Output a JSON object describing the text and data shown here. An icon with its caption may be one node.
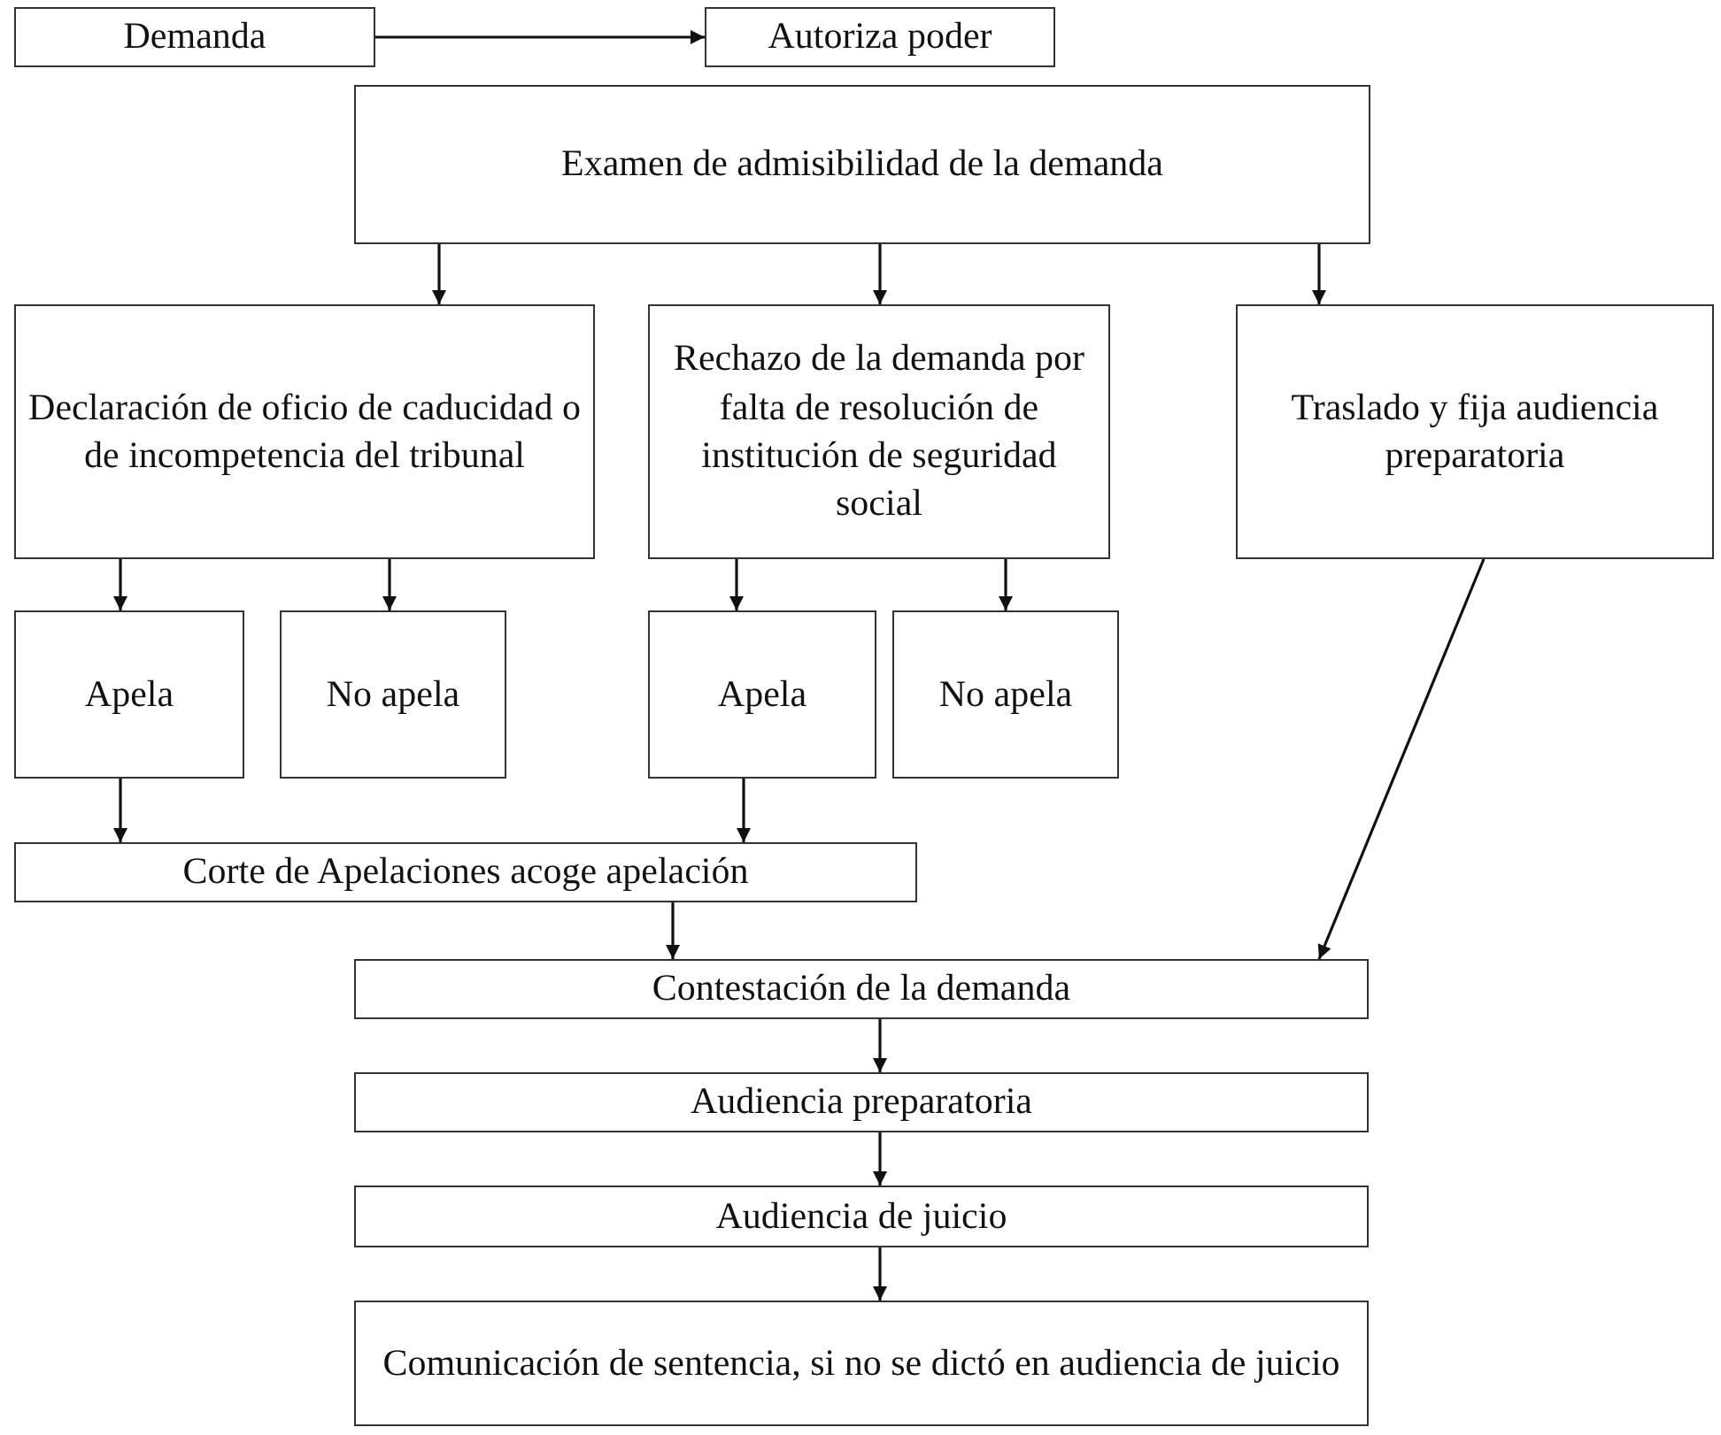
{
  "diagram": {
    "nodes": [
      {
        "text": [
          "Demanda"
        ]
      },
      {
        "text": [
          "Autoriza poder"
        ]
      },
      {
        "text": [
          "Examen de admisibilidad de la demanda"
        ]
      },
      {
        "text": [
          "Declaración de oficio de caducidad o de incompetencia del tribunal"
        ]
      },
      {
        "text": [
          "Rechazo de la demanda por falta de resolución de institución de seguridad social"
        ]
      },
      {
        "text": [
          "Traslado y fija audiencia preparatoria"
        ]
      },
      {
        "text": [
          "Apela"
        ]
      },
      {
        "text": [
          "No apela"
        ]
      },
      {
        "text": [
          "Apela"
        ]
      },
      {
        "text": [
          "No apela"
        ]
      },
      {
        "text": [
          "Corte de Apelaciones acoge apelación"
        ]
      },
      {
        "text": [
          "Contestación de la demanda"
        ]
      },
      {
        "text": [
          "Audiencia preparatoria"
        ]
      },
      {
        "text": [
          "Audiencia de juicio"
        ]
      },
      {
        "text": [
          "Comunicación de sentencia, si no se dictó en audiencia de juicio"
        ]
      }
    ],
    "edges": [
      {
        "from": 0,
        "to": 1,
        "arrow": "to"
      },
      {
        "from": 2,
        "to": 3,
        "arrow": "to"
      },
      {
        "from": 2,
        "to": 4,
        "arrow": "to"
      },
      {
        "from": 2,
        "to": 5,
        "arrow": "to"
      },
      {
        "from": 3,
        "to": 6,
        "arrow": "to"
      },
      {
        "from": 3,
        "to": 7,
        "arrow": "to"
      },
      {
        "from": 4,
        "to": 8,
        "arrow": "to"
      },
      {
        "from": 4,
        "to": 9,
        "arrow": "to"
      },
      {
        "from": 6,
        "to": 10,
        "arrow": "to"
      },
      {
        "from": 8,
        "to": 10,
        "arrow": "to"
      },
      {
        "from": 10,
        "to": 11,
        "arrow": "to"
      },
      {
        "from": 5,
        "to": 11,
        "arrow": "to"
      },
      {
        "from": 11,
        "to": 12,
        "arrow": "to"
      },
      {
        "from": 12,
        "to": 13,
        "arrow": "to"
      },
      {
        "from": 13,
        "to": 14,
        "arrow": "to"
      }
    ]
  }
}
